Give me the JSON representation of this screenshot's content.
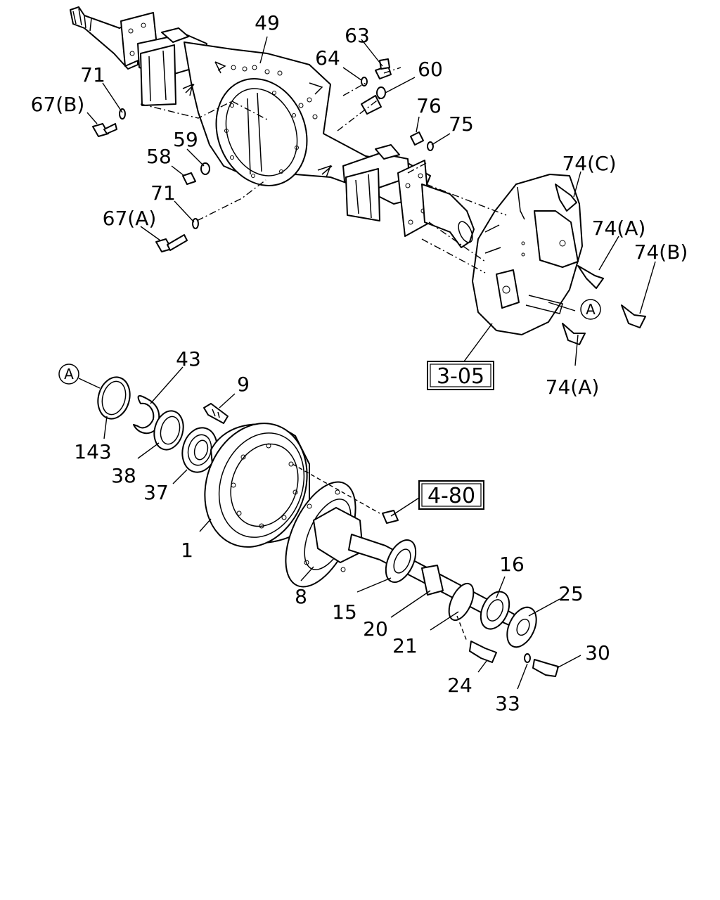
{
  "diagram": {
    "callouts": {
      "p49": "49",
      "p63": "63",
      "p64": "64",
      "p60": "60",
      "p71_top": "71",
      "p67b": "67(B)",
      "p76": "76",
      "p75": "75",
      "p59": "59",
      "p58": "58",
      "p71_bottom": "71",
      "p67a": "67(A)",
      "p74c": "74(C)",
      "p74a_1": "74(A)",
      "p74b": "74(B)",
      "p74a_2": "74(A)",
      "p43": "43",
      "p9": "9",
      "p143": "143",
      "p38": "38",
      "p37": "37",
      "p1": "1",
      "p8": "8",
      "p15": "15",
      "p16": "16",
      "p25": "25",
      "p20": "20",
      "p21": "21",
      "p30": "30",
      "p24": "24",
      "p33": "33"
    },
    "references": {
      "brake": "3-05",
      "hub": "4-80"
    },
    "markers": {
      "a_upper": "A",
      "a_lower": "A"
    }
  }
}
